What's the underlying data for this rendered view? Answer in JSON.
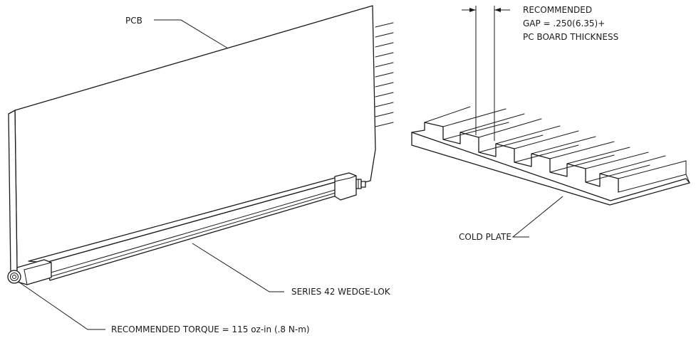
{
  "labels": {
    "pcb": "PCB",
    "gap_line1": "RECOMMENDED",
    "gap_line2": "GAP = .250(6.35)+",
    "gap_line3": "PC BOARD THICKNESS",
    "cold_plate": "COLD PLATE",
    "wedge_lok": "SERIES 42 WEDGE-LOK",
    "torque": "RECOMMENDED TORQUE = 115 oz-in (.8 N-m)"
  },
  "colors": {
    "line": "#1a1a1a",
    "background": "#ffffff"
  }
}
